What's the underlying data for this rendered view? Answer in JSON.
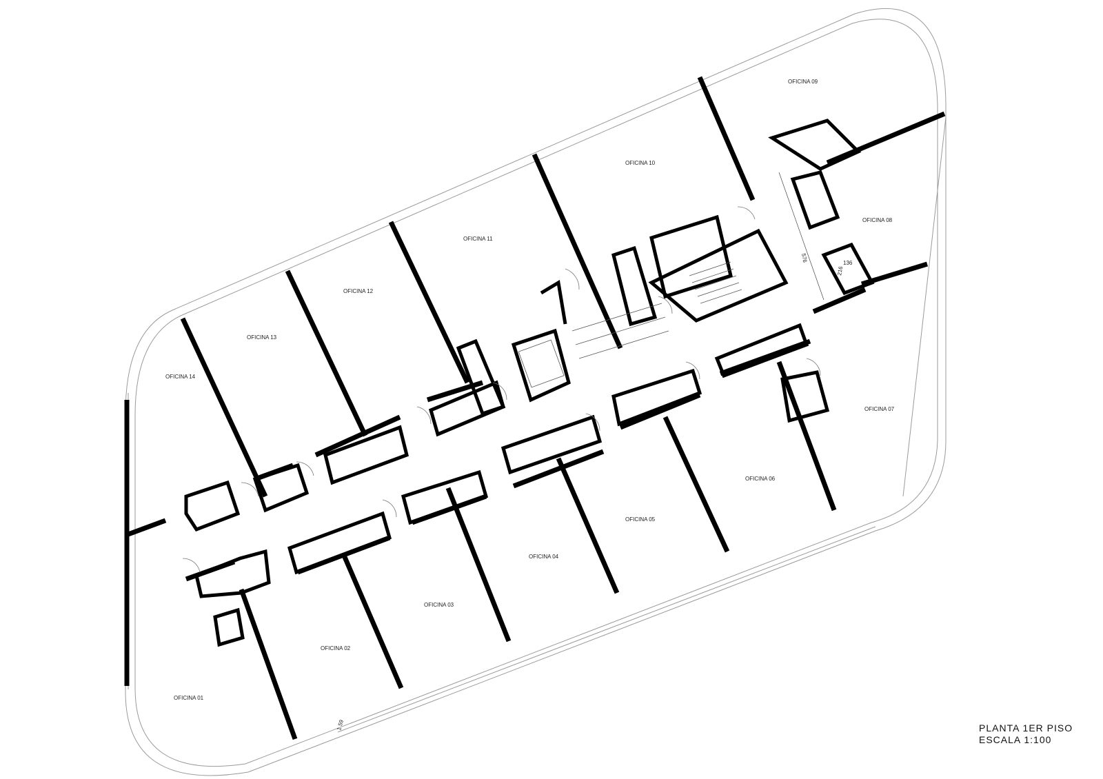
{
  "plan": {
    "rooms": [
      {
        "name": "oficina-01",
        "label": "OFICINA 01"
      },
      {
        "name": "oficina-02",
        "label": "OFICINA 02"
      },
      {
        "name": "oficina-03",
        "label": "OFICINA 03"
      },
      {
        "name": "oficina-04",
        "label": "OFICINA 04"
      },
      {
        "name": "oficina-05",
        "label": "OFICINA 05"
      },
      {
        "name": "oficina-06",
        "label": "OFICINA 06"
      },
      {
        "name": "oficina-07",
        "label": "OFICINA 07"
      },
      {
        "name": "oficina-08",
        "label": "OFICINA 08"
      },
      {
        "name": "oficina-09",
        "label": "OFICINA 09"
      },
      {
        "name": "oficina-10",
        "label": "OFICINA 10"
      },
      {
        "name": "oficina-11",
        "label": "OFICINA 11"
      },
      {
        "name": "oficina-12",
        "label": "OFICINA 12"
      },
      {
        "name": "oficina-13",
        "label": "OFICINA 13"
      },
      {
        "name": "oficina-14",
        "label": "OFICINA 14"
      }
    ],
    "dimensions": [
      "576",
      "136",
      "216",
      "1 59"
    ]
  },
  "title_block": {
    "line1": "PLANTA  1ER  PISO",
    "line2": "ESCALA  1:100"
  },
  "colors": {
    "wall": "#000000",
    "outline": "#9a9a9a",
    "background": "#ffffff"
  }
}
